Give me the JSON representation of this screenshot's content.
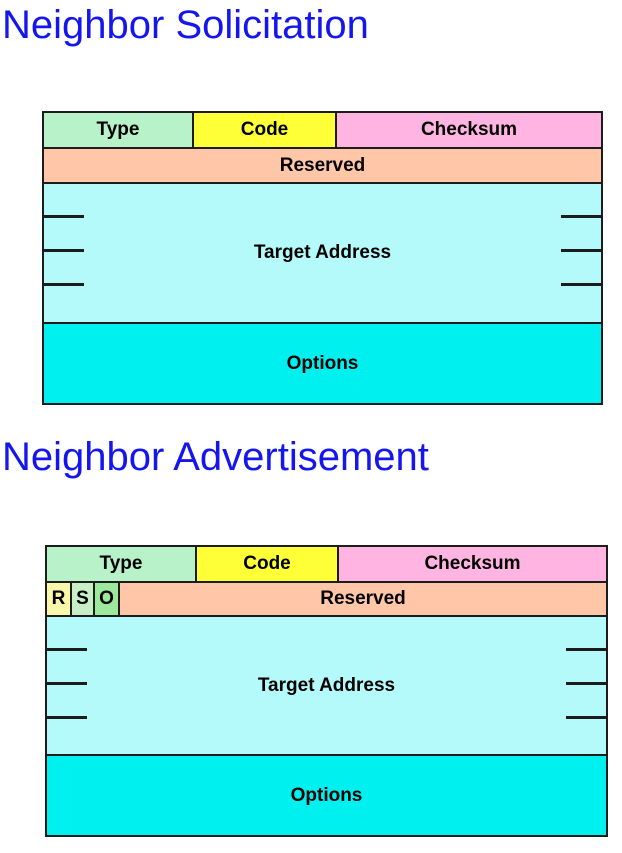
{
  "colors": {
    "title_color": "#1515ef",
    "border_color": "#1c1c1c",
    "type_bg": "#b7f2c8",
    "code_bg": "#ffff38",
    "checksum_bg": "#ffb4e1",
    "reserved_bg": "#ffc6a8",
    "target_bg": "#b5fafa",
    "options_bg": "#00f0f0",
    "flag_r_bg": "#f9f7a9",
    "flag_s_bg": "#c8eec8",
    "flag_o_bg": "#9de89d"
  },
  "solicitation": {
    "title": "Neighbor Solicitation",
    "fields": {
      "type": "Type",
      "code": "Code",
      "checksum": "Checksum",
      "reserved": "Reserved",
      "target_address": "Target Address",
      "options": "Options"
    }
  },
  "advertisement": {
    "title": "Neighbor Advertisement",
    "flags": {
      "r": "R",
      "s": "S",
      "o": "O"
    },
    "fields": {
      "type": "Type",
      "code": "Code",
      "checksum": "Checksum",
      "reserved": "Reserved",
      "target_address": "Target Address",
      "options": "Options"
    }
  }
}
